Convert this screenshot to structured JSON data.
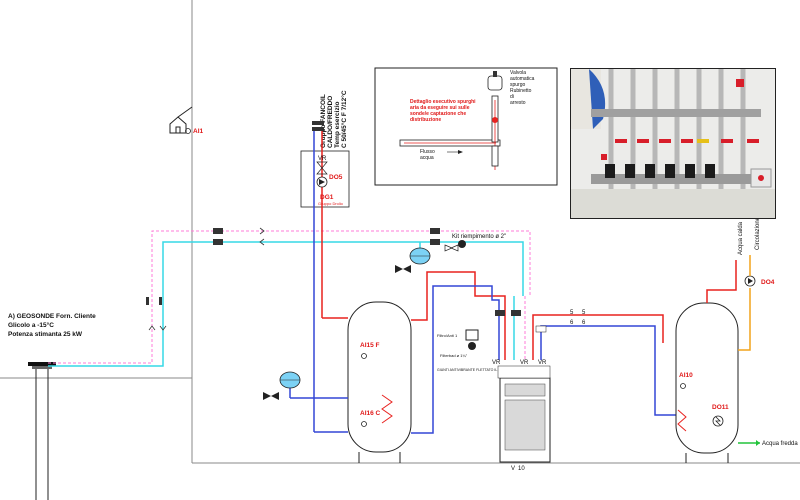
{
  "source": {
    "title": "A) GEOSONDE Forn. Cliente",
    "glycol": "Glicolo a -15°C",
    "power": "Potenza stimanta 25 kW"
  },
  "tags": {
    "ai1": "AI1",
    "ai15": "AI15 F",
    "ai16": "AI16 C",
    "ai10": "AI10",
    "do5": "DO5",
    "dg1": "DG1",
    "dg1_sub": "Gruppo Drolio",
    "do4": "DO4",
    "do11": "DO11",
    "vr": "VR",
    "bottom_num": "10"
  },
  "fancoil": {
    "line1": "Gruppo FANCOIL",
    "line2": "CALDO/FREDDO",
    "line3": "Temp esercizio",
    "line4": "C 50/45°C  F 7/12°C"
  },
  "fill_kit": "Kit riempimento ø 2\"",
  "detail": {
    "red_note": [
      "Dettaglio esecutivo spurghi",
      "aria da eseguire sui sulle",
      "sonde/e captazione che",
      "distribuzione"
    ],
    "valve": [
      "Valvola",
      "automatica",
      "spurgo"
    ],
    "shutoff": [
      "Rubinetto",
      "di",
      "arresto"
    ],
    "flow": [
      "Flusso",
      "acqua"
    ]
  },
  "outputs": {
    "hot": "Acqua calda",
    "recirc": "Circolazione",
    "cold": "Acqua fredda"
  },
  "pump_notes": {
    "a": "Filtro/Anti 1",
    "b": "Filterbad ø 1¼\"",
    "c": "GIUNTI ANTIVIBRANTE FLETTATO\nIL BOCCHETTONI 3/4\" TUB"
  },
  "pipe_numbers": [
    "5",
    "5",
    "6",
    "6"
  ],
  "colors": {
    "hot": "#e8221f",
    "cold": "#3347d6",
    "brine": "#37d8e6",
    "brine_return": "#ff7bd8",
    "dhw": "#f2a31a",
    "dhw_cold": "#22c43b",
    "tank": "#ffffff",
    "wall": "#8a8a8a"
  }
}
